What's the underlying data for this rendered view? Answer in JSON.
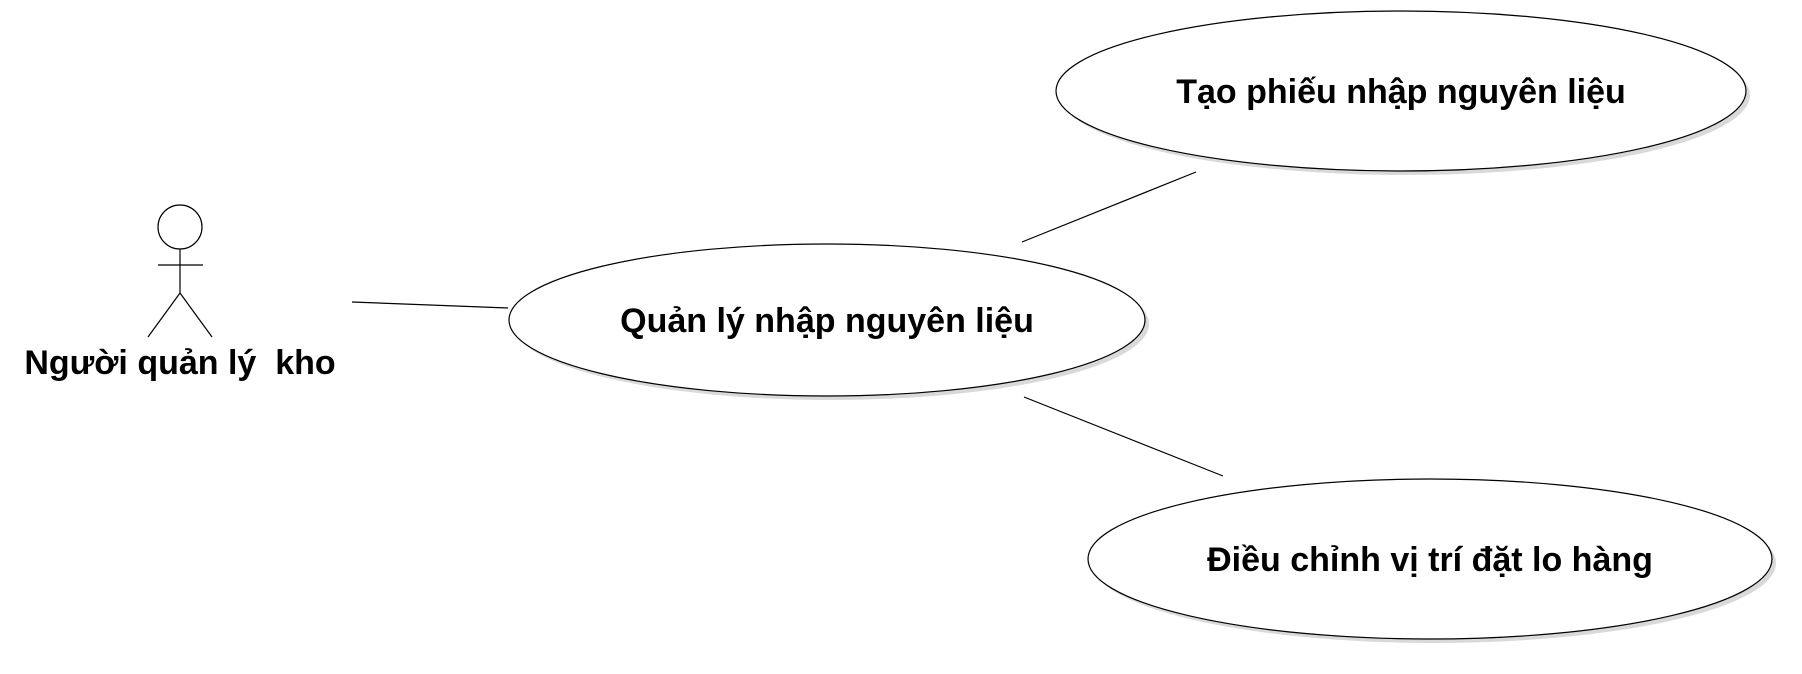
{
  "diagram": {
    "actor": {
      "label": "Người quản lý  kho"
    },
    "use_cases": [
      {
        "id": "uc-main",
        "label": "Quản lý nhập nguyên liệu"
      },
      {
        "id": "uc-create",
        "label": "Tạo phiếu nhập nguyên liệu"
      },
      {
        "id": "uc-adjust",
        "label": "Điều chỉnh vị trí đặt lo hàng"
      }
    ],
    "associations": [
      {
        "from": "actor",
        "to": "uc-main"
      },
      {
        "from": "uc-main",
        "to": "uc-create"
      },
      {
        "from": "uc-main",
        "to": "uc-adjust"
      }
    ]
  }
}
